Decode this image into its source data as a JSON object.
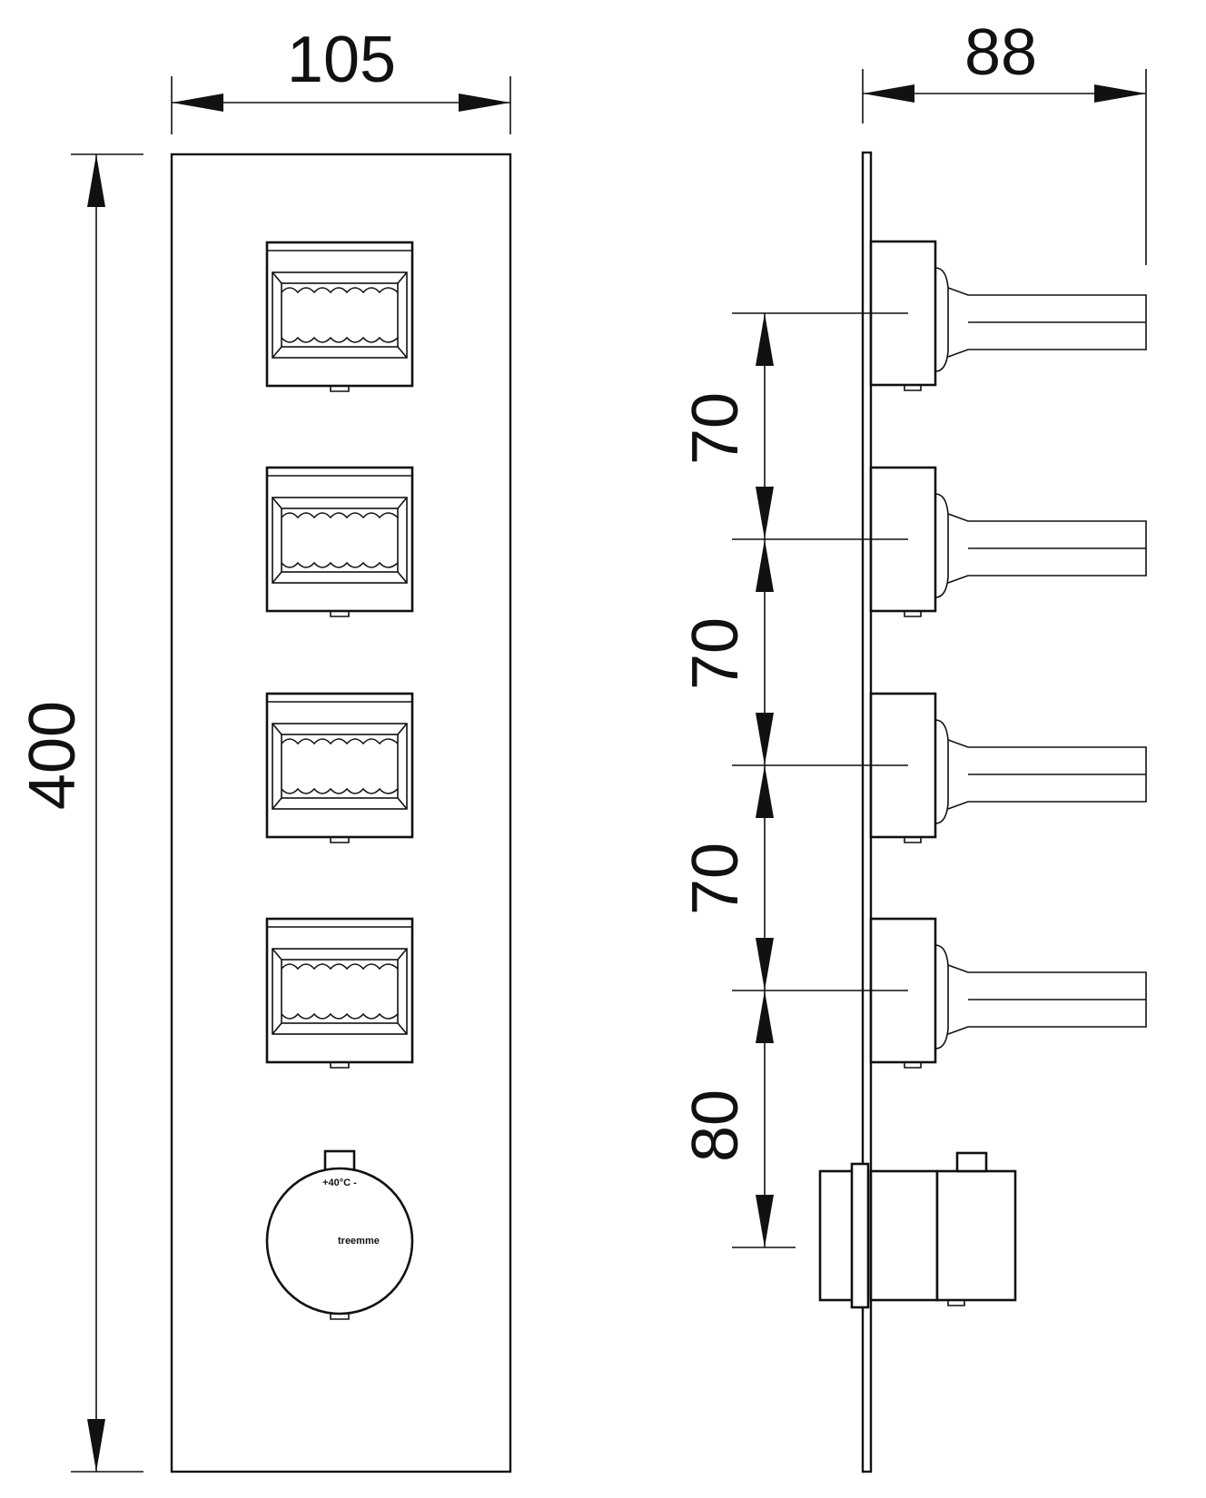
{
  "front_view": {
    "width_label": "105",
    "height_label": "400",
    "dial_temp_marking": "+40°C -",
    "dial_brand_marking": "treemme"
  },
  "side_view": {
    "depth_label": "88",
    "spacing_labels": [
      "70",
      "70",
      "70",
      "80"
    ]
  },
  "colors": {
    "line": "#111111",
    "background": "#ffffff"
  }
}
